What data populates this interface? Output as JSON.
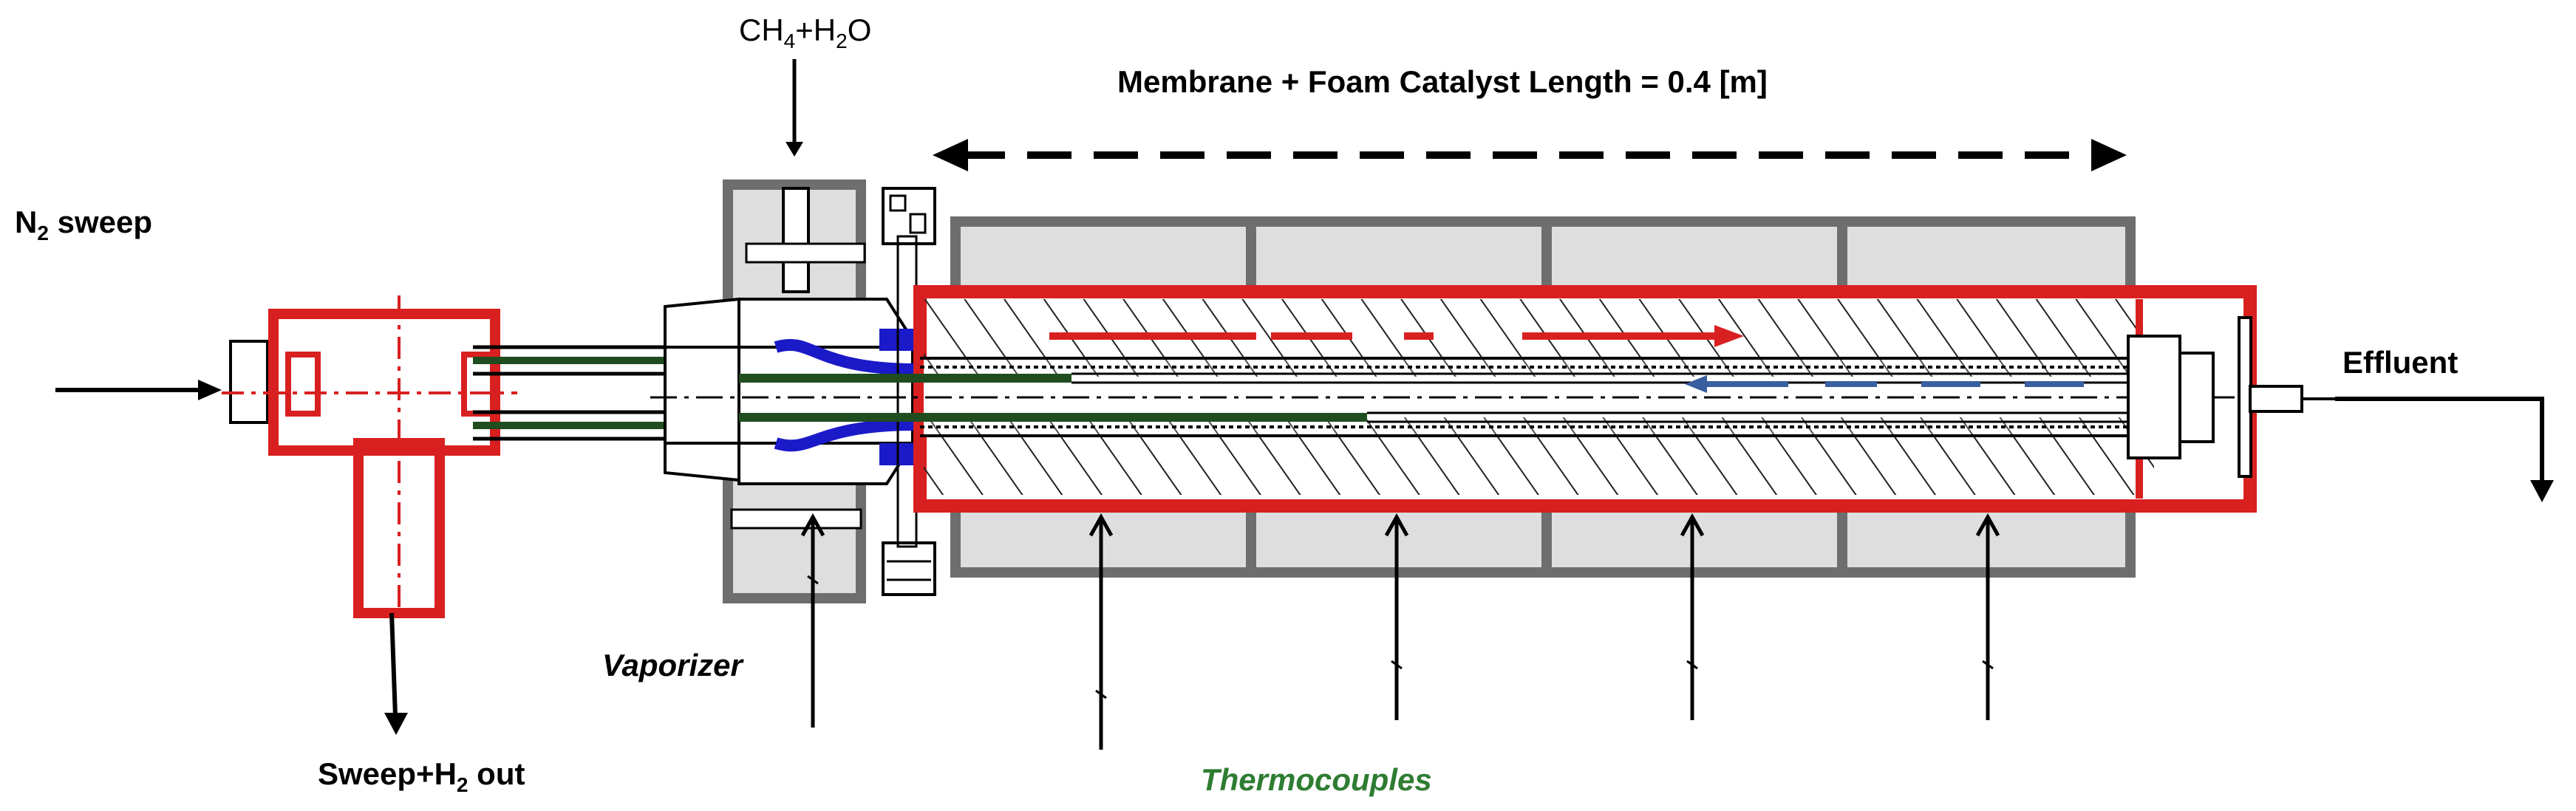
{
  "labels": {
    "feed": {
      "pre": "CH",
      "sub1": "4",
      "mid": "+H",
      "sub2": "2",
      "post": "O"
    },
    "sweep_in": {
      "pre": "N",
      "sub": "2",
      "post": " sweep"
    },
    "sweep_out": {
      "pre": "Sweep+H",
      "sub": "2",
      "post": " out"
    },
    "length": "Membrane + Foam Catalyst Length = 0.4 [m]",
    "effluent": "Effluent",
    "vaporizer": "Vaporizer",
    "thermocouples": "Thermocouples"
  },
  "colors": {
    "housing": "#d92020",
    "insulation_fill": "#dedede",
    "insulation_border": "#6e6e6e",
    "connector": "#1a1ac8",
    "tube_green": "#1f4d1f",
    "sweep_flow": "#3a5fa0",
    "thermocouple_text": "#2e7d32",
    "ink": "#000000"
  }
}
